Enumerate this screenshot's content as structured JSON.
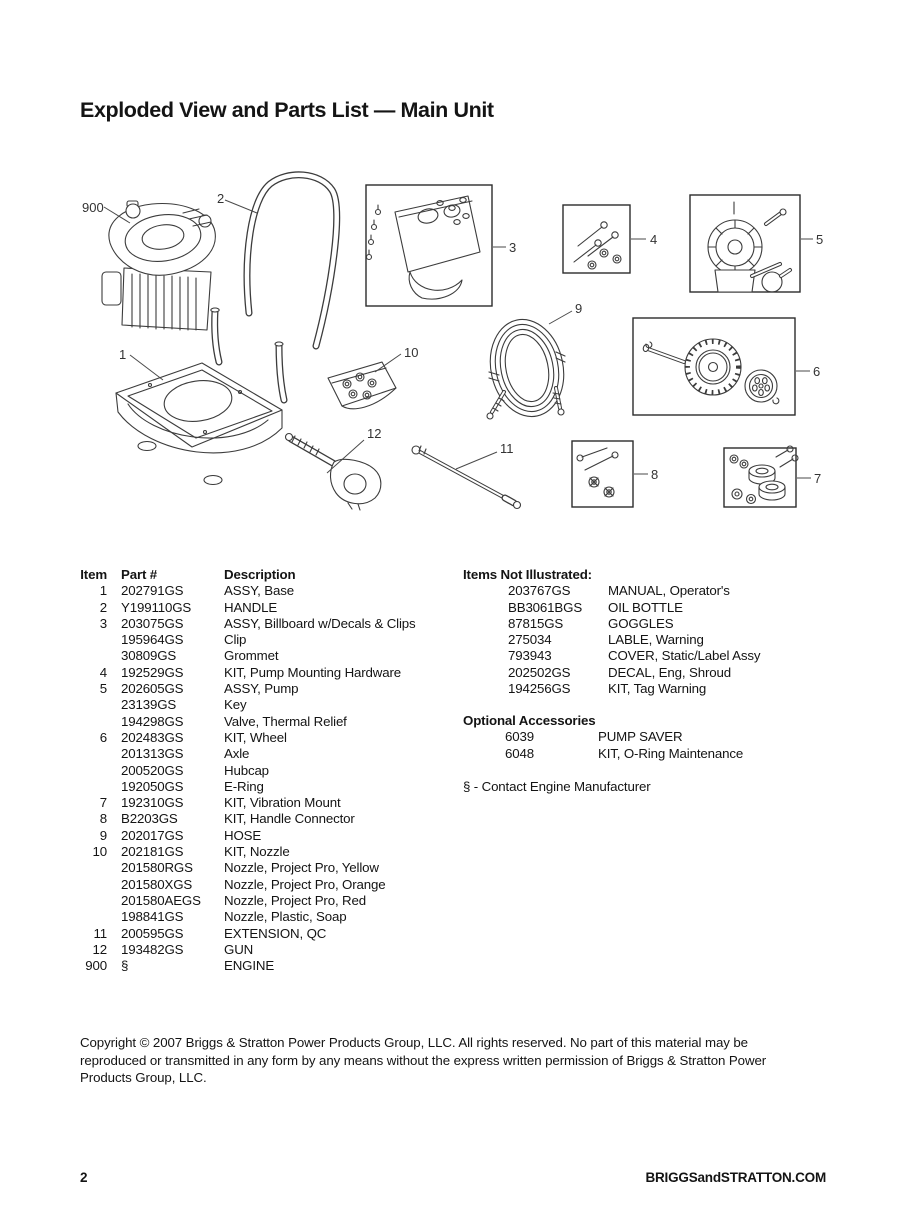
{
  "page": {
    "title": "Exploded View and Parts List — Main Unit",
    "copyright": "Copyright © 2007 Briggs & Stratton Power Products Group, LLC.  All rights reserved.  No part of this material may be reproduced or transmitted in any form by any means without the express written permission of Briggs & Stratton Power Products Group, LLC.",
    "footer": {
      "page_number": "2",
      "website": "BRIGGSandSTRATTON.COM"
    }
  },
  "diagram": {
    "callouts": [
      {
        "label": "900"
      },
      {
        "label": "2"
      },
      {
        "label": "3"
      },
      {
        "label": "4"
      },
      {
        "label": "5"
      },
      {
        "label": "1"
      },
      {
        "label": "9"
      },
      {
        "label": "10"
      },
      {
        "label": "6"
      },
      {
        "label": "12"
      },
      {
        "label": "11"
      },
      {
        "label": "8"
      },
      {
        "label": "7"
      }
    ]
  },
  "parts_table": {
    "headers": {
      "item": "Item",
      "part": "Part #",
      "description": "Description"
    },
    "rows": [
      {
        "item": "1",
        "part": "202791GS",
        "description": "ASSY, Base"
      },
      {
        "item": "2",
        "part": "Y199110GS",
        "description": "HANDLE"
      },
      {
        "item": "3",
        "part": "203075GS",
        "description": "ASSY, Billboard w/Decals & Clips"
      },
      {
        "item": "",
        "part": "195964GS",
        "description": "Clip"
      },
      {
        "item": "",
        "part": "30809GS",
        "description": "Grommet"
      },
      {
        "item": "4",
        "part": "192529GS",
        "description": "KIT, Pump Mounting Hardware"
      },
      {
        "item": "5",
        "part": "202605GS",
        "description": "ASSY, Pump"
      },
      {
        "item": "",
        "part": "23139GS",
        "description": "Key"
      },
      {
        "item": "",
        "part": "194298GS",
        "description": "Valve, Thermal Relief"
      },
      {
        "item": "6",
        "part": "202483GS",
        "description": "KIT, Wheel"
      },
      {
        "item": "",
        "part": "201313GS",
        "description": "Axle"
      },
      {
        "item": "",
        "part": "200520GS",
        "description": "Hubcap"
      },
      {
        "item": "",
        "part": "192050GS",
        "description": "E-Ring"
      },
      {
        "item": "7",
        "part": "192310GS",
        "description": "KIT, Vibration Mount"
      },
      {
        "item": "8",
        "part": "B2203GS",
        "description": "KIT, Handle Connector"
      },
      {
        "item": "9",
        "part": "202017GS",
        "description": "HOSE"
      },
      {
        "item": "10",
        "part": "202181GS",
        "description": "KIT, Nozzle"
      },
      {
        "item": "",
        "part": "201580RGS",
        "description": "Nozzle, Project Pro, Yellow"
      },
      {
        "item": "",
        "part": "201580XGS",
        "description": "Nozzle, Project Pro, Orange"
      },
      {
        "item": "",
        "part": "201580AEGS",
        "description": "Nozzle, Project Pro, Red"
      },
      {
        "item": "",
        "part": "198841GS",
        "description": "Nozzle, Plastic, Soap"
      },
      {
        "item": "11",
        "part": "200595GS",
        "description": "EXTENSION, QC"
      },
      {
        "item": "12",
        "part": "193482GS",
        "description": "GUN"
      },
      {
        "item": "900",
        "part": "§",
        "description": "ENGINE"
      }
    ]
  },
  "not_illustrated": {
    "title": "Items Not Illustrated:",
    "rows": [
      {
        "part": "203767GS",
        "description": "MANUAL, Operator's"
      },
      {
        "part": "BB3061BGS",
        "description": "OIL BOTTLE"
      },
      {
        "part": "87815GS",
        "description": "GOGGLES"
      },
      {
        "part": "275034",
        "description": "LABLE, Warning"
      },
      {
        "part": "793943",
        "description": "COVER, Static/Label Assy"
      },
      {
        "part": "202502GS",
        "description": "DECAL, Eng, Shroud"
      },
      {
        "part": "194256GS",
        "description": "KIT, Tag Warning"
      }
    ]
  },
  "optional_accessories": {
    "title": "Optional Accessories",
    "rows": [
      {
        "part": "6039",
        "description": "PUMP SAVER"
      },
      {
        "part": "6048",
        "description": "KIT, O-Ring Maintenance"
      }
    ]
  },
  "note": "§ - Contact Engine Manufacturer"
}
